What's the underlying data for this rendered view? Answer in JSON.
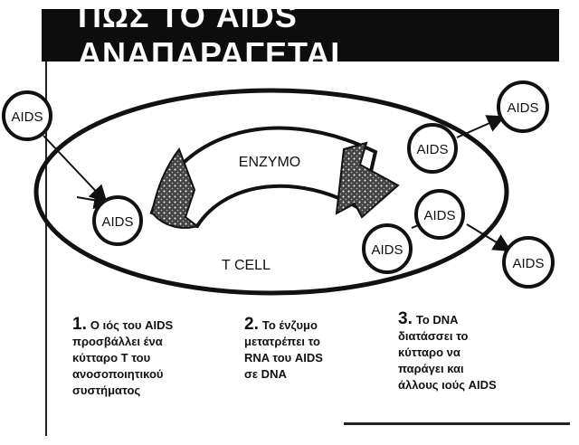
{
  "title": "ΠΩΣ ΤΟ AIDS ΑΝΑΠΑΡΑΓΕΤΑΙ",
  "diagram": {
    "cell_label": "T CELL",
    "enzyme_label": "ENZYMO",
    "virus_label": "AIDS"
  },
  "steps": [
    {
      "number": "1.",
      "lines": [
        "Ο ιός του AIDS",
        "προσβάλλει ένα",
        "κύτταρο Τ του",
        "ανοσοποιητικού",
        "συστήματος"
      ]
    },
    {
      "number": "2.",
      "lines": [
        "Το ένζυμο",
        "μετατρέπει το",
        "RNA του AIDS",
        "σε DNA"
      ]
    },
    {
      "number": "3.",
      "lines": [
        "Το DNA",
        "διατάσσει το",
        "κύτταρο να",
        "παράγει και",
        "άλλους ιούς AIDS"
      ]
    }
  ]
}
